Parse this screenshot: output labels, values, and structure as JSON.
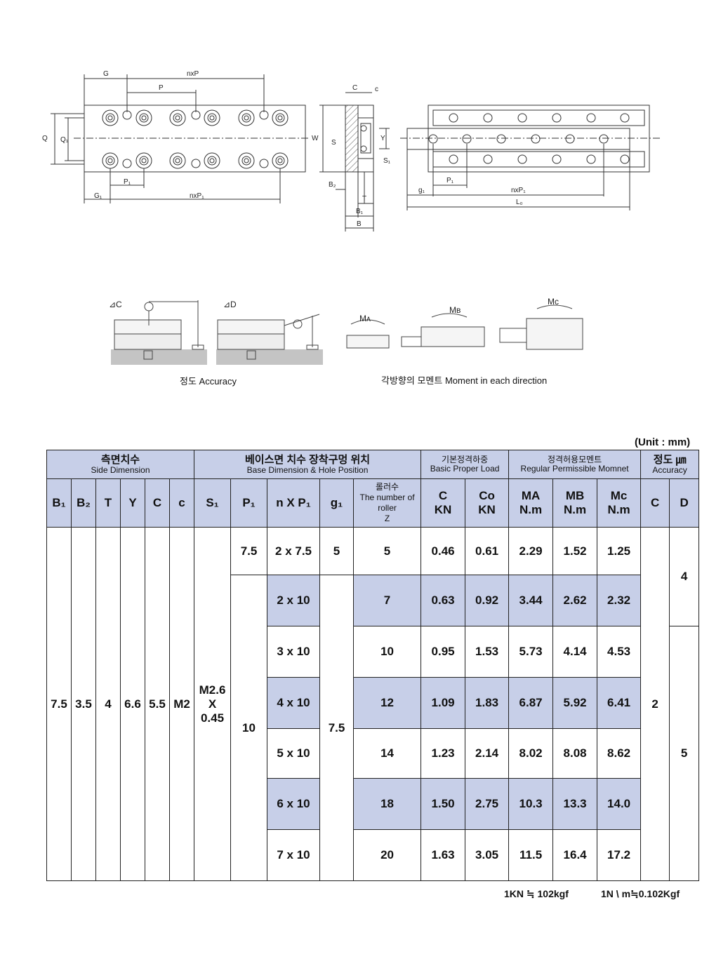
{
  "drawing": {
    "top_labels": {
      "G": "G",
      "nxP": "nxP",
      "P": "P",
      "Q": "Q",
      "Q1": "Q₁",
      "P1": "P₁",
      "G1": "G₁",
      "nxP1": "nxP₁",
      "W": "W",
      "C": "C",
      "c": "c",
      "S": "S",
      "Y": "Y",
      "S1": "S₁",
      "B2": "B₂",
      "T": "T",
      "B1": "B₁",
      "B": "B",
      "g1": "g₁",
      "P1b": "P₁",
      "nxP1b": "nxP₁",
      "Lo": "L₀"
    },
    "accuracy_labels": {
      "dC": "⊿C",
      "dD": "⊿D"
    },
    "moment_labels": {
      "MA": "Mᴀ",
      "MB": "Mʙ",
      "MC": "Mᴄ"
    },
    "caption_accuracy": "정도  Accuracy",
    "caption_moment": "각방향의 모멘트  Moment in each direction"
  },
  "unit": "(Unit : mm)",
  "table": {
    "groups": {
      "side_ko": "측면치수",
      "side_en": "Side Dimension",
      "base_ko": "베이스면 치수 장착구멍 위치",
      "base_en": "Base Dimension & Hole Position",
      "load_ko": "기본정격하중",
      "load_en": "Basic Proper Load",
      "moment_ko": "정격허용모멘트",
      "moment_en": "Regular Permissible Momnet",
      "acc_ko": "정도 ㎛",
      "acc_en": "Accuracy"
    },
    "columns": {
      "B1": "B₁",
      "B2": "B₂",
      "T": "T",
      "Y": "Y",
      "C": "C",
      "c": "c",
      "S1": "S₁",
      "P1": "P₁",
      "nXP1": "n X P₁",
      "g1": "g₁",
      "Z_ko": "롤러수",
      "Z_l1": "The number of",
      "Z_l2": "roller",
      "Z_l3": "Z",
      "C_top": "C",
      "C_bot": "KN",
      "Co_top": "Co",
      "Co_bot": "KN",
      "MA_top": "MA",
      "MA_bot": "N.m",
      "MB_top": "MB",
      "MB_bot": "N.m",
      "Mc_top": "Mc",
      "Mc_bot": "N.m",
      "AccC": "C",
      "AccD": "D"
    },
    "common": {
      "B1": "7.5",
      "B2": "3.5",
      "T": "4",
      "Y": "6.6",
      "C": "5.5",
      "c": "M2",
      "S1_l1": "M2.6",
      "S1_l2": "X",
      "S1_l3": "0.45",
      "P1_first": "7.5",
      "P1_rest": "10",
      "g1_first": "5",
      "g1_rest": "7.5",
      "acc_C": "2",
      "acc_D_top": "4",
      "acc_D_bottom": "5"
    },
    "rows": [
      {
        "nxp": "2 x 7.5",
        "z": "5",
        "c": "0.46",
        "co": "0.61",
        "ma": "2.29",
        "mb": "1.52",
        "mc": "1.25"
      },
      {
        "nxp": "2 x 10",
        "z": "7",
        "c": "0.63",
        "co": "0.92",
        "ma": "3.44",
        "mb": "2.62",
        "mc": "2.32"
      },
      {
        "nxp": "3 x 10",
        "z": "10",
        "c": "0.95",
        "co": "1.53",
        "ma": "5.73",
        "mb": "4.14",
        "mc": "4.53"
      },
      {
        "nxp": "4 x 10",
        "z": "12",
        "c": "1.09",
        "co": "1.83",
        "ma": "6.87",
        "mb": "5.92",
        "mc": "6.41"
      },
      {
        "nxp": "5 x 10",
        "z": "14",
        "c": "1.23",
        "co": "2.14",
        "ma": "8.02",
        "mb": "8.08",
        "mc": "8.62"
      },
      {
        "nxp": "6 x 10",
        "z": "18",
        "c": "1.50",
        "co": "2.75",
        "ma": "10.3",
        "mb": "13.3",
        "mc": "14.0"
      },
      {
        "nxp": "7 x 10",
        "z": "20",
        "c": "1.63",
        "co": "3.05",
        "ma": "11.5",
        "mb": "16.4",
        "mc": "17.2"
      }
    ]
  },
  "conversion": {
    "kn": "1KN ≒ 102kgf",
    "nm": "1N \\ m≒0.102Kgf"
  },
  "colors": {
    "header_bg": "#c7cfe8",
    "line": "#222222"
  }
}
